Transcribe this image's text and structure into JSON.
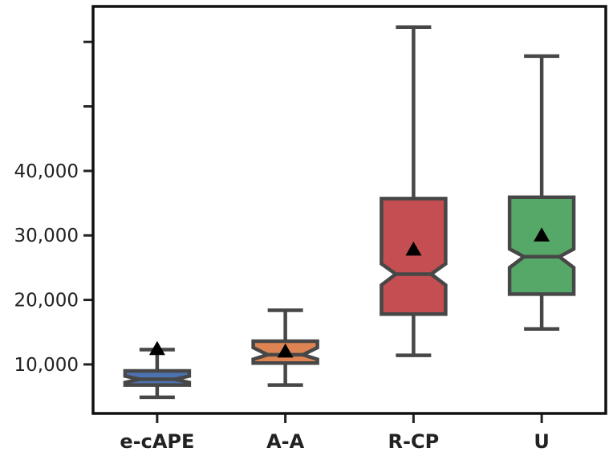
{
  "chart_data": {
    "type": "boxplot",
    "title": "",
    "xlabel": "",
    "ylabel": "",
    "ylim": [
      2400,
      65500
    ],
    "grid": false,
    "legend": "none",
    "notched": true,
    "show_means": true,
    "y_ticks": [
      {
        "value": 10000,
        "label": "10,000"
      },
      {
        "value": 20000,
        "label": "20,000"
      },
      {
        "value": 30000,
        "label": "30,000"
      },
      {
        "value": 40000,
        "label": "40,000"
      },
      {
        "value": 50000,
        "label": ""
      },
      {
        "value": 60000,
        "label": ""
      }
    ],
    "categories": [
      "e-cAPE",
      "A-A",
      "R-CP",
      "U"
    ],
    "series": [
      {
        "category": "e-cAPE",
        "color": "#4c72b0",
        "whisker_low": 4900,
        "q1": 6800,
        "notch_low": 7200,
        "median": 7700,
        "notch_high": 8200,
        "q3": 9000,
        "whisker_high": 12300,
        "mean": 12400
      },
      {
        "category": "A-A",
        "color": "#dd8452",
        "whisker_low": 6800,
        "q1": 10200,
        "notch_low": 10800,
        "median": 11500,
        "notch_high": 12600,
        "q3": 13600,
        "whisker_high": 18400,
        "mean": 12000
      },
      {
        "category": "R-CP",
        "color": "#c44e52",
        "whisker_low": 11400,
        "q1": 17800,
        "notch_low": 22300,
        "median": 24000,
        "notch_high": 25600,
        "q3": 35700,
        "whisker_high": 62300,
        "mean": 27800
      },
      {
        "category": "U",
        "color": "#55a868",
        "whisker_low": 15500,
        "q1": 20900,
        "notch_low": 25000,
        "median": 26700,
        "notch_high": 27900,
        "q3": 35900,
        "whisker_high": 57800,
        "mean": 30000
      }
    ]
  }
}
